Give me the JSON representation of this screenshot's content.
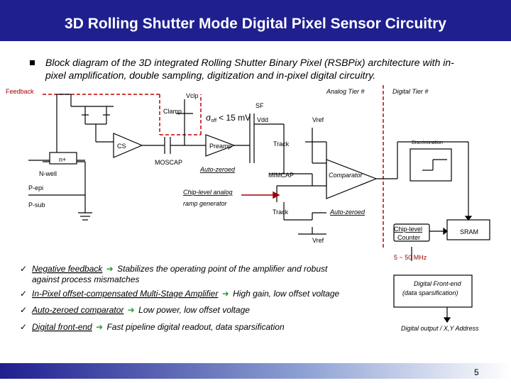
{
  "title": "3D Rolling Shutter Mode Digital Pixel Sensor Circuitry",
  "intro": "Block diagram of the 3D integrated Rolling Shutter Binary Pixel (RSBPix) architecture with in-pixel amplification, double sampling, digitization and in-pixel digital circuitry.",
  "labels": {
    "feedback": "Feedback",
    "vclp": "Vclp",
    "clamp": "Clamp",
    "sf": "SF",
    "sigma": "σ",
    "sigma_sub": "off",
    "sigma_val": "< 15 mV",
    "vdd": "Vdd",
    "vref_top": "Vref",
    "analog_tier": "Analog Tier #",
    "digital_tier": "Digital Tier #",
    "cs": "CS",
    "preamp": "Preamp",
    "track_top": "Track",
    "discrimination": "Discrimination",
    "nplus": "n+",
    "nwell": "N-well",
    "moscap": "MOSCAP",
    "auto_zeroed_1": "Auto-zeroed",
    "mimcap": "MIMCAP",
    "comparator": "Comparator",
    "pepi": "P-epi",
    "psub": "P-sub",
    "ramp_line1": "Chip-level analog",
    "ramp_line2": "ramp generator",
    "track_bottom": "Track",
    "auto_zeroed_2": "Auto-zeroed",
    "counter_line1": "Chip-level",
    "counter_line2": "Counter",
    "sram": "SRAM",
    "vref_bottom": "Vref",
    "clock": "5 ~ 50 MHz",
    "frontend_line1": "Digital Front-end",
    "frontend_line2": "(data sparsification)",
    "digital_output": "Digital output / X,Y Address"
  },
  "bullets": [
    {
      "head": "Negative feedback",
      "tail": "Stabilizes the operating point of the amplifier and robust",
      "tail2": "against process mismatches"
    },
    {
      "head": "In-Pixel offset-compensated Multi-Stage Amplifier",
      "tail": "High gain, low offset voltage"
    },
    {
      "head": "Auto-zeroed comparator",
      "tail": "Low power, low offset voltage"
    },
    {
      "head": "Digital front-end",
      "tail": "Fast pipeline digital readout, data sparsification"
    }
  ],
  "page_number": "5",
  "colors": {
    "title_bg": "#1f1f8f",
    "arrow_green": "#2e9e2e",
    "dash_red": "#c00000",
    "feedback_red": "#a00000"
  }
}
